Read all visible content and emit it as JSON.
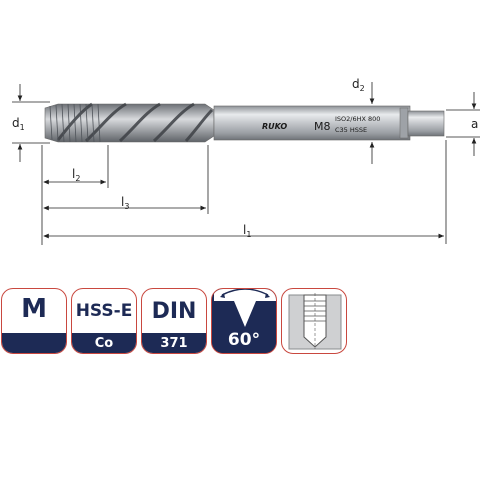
{
  "tool": {
    "brand": "RUKO",
    "size": "M8",
    "marking_line1": "ISO2/6HX 800",
    "marking_line2": "C35 HSSE"
  },
  "dimensions": {
    "d1": {
      "main": "d",
      "sub": "1"
    },
    "d2": {
      "main": "d",
      "sub": "2"
    },
    "a": {
      "main": "a"
    },
    "l1": {
      "main": "l",
      "sub": "1"
    },
    "l2": {
      "main": "l",
      "sub": "2"
    },
    "l3": {
      "main": "l",
      "sub": "3"
    }
  },
  "badges": [
    {
      "top": "M",
      "bottom": ""
    },
    {
      "top": "HSS-E",
      "bottom": "Co"
    },
    {
      "top": "DIN",
      "bottom": "371"
    },
    {
      "top": "",
      "bottom": "60°"
    },
    {
      "top": "",
      "bottom": ""
    }
  ],
  "colors": {
    "navy": "#1d2a55",
    "badge_border": "#c9483f",
    "steel": "#b9bcc0"
  }
}
